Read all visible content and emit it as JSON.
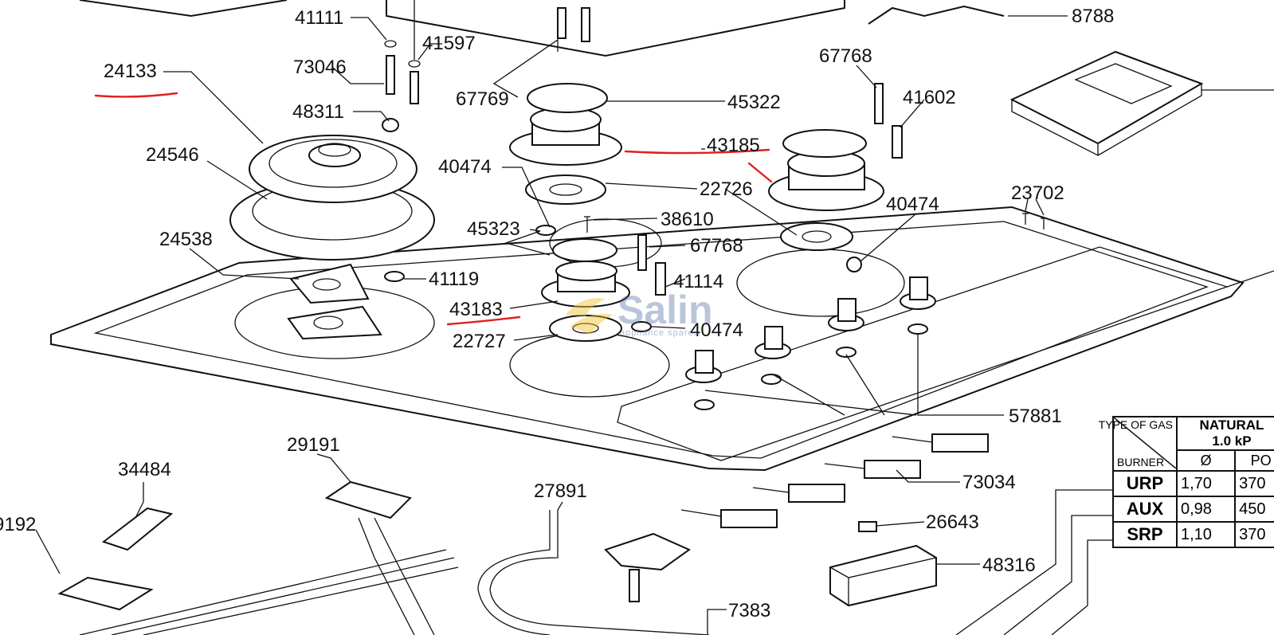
{
  "part_numbers": {
    "p41111": "41111",
    "p41597": "41597",
    "p8788": "8788",
    "p73046": "73046",
    "p24133": "24133",
    "p67768a": "67768",
    "p41602": "41602",
    "p45322": "45322",
    "p67769": "67769",
    "p48311": "48311",
    "p43185": "43185",
    "p24546": "24546",
    "p40474a": "40474",
    "p22726": "22726",
    "p23702": "23702",
    "p38610": "38610",
    "p40474b": "40474",
    "p45323": "45323",
    "p24538": "24538",
    "p67768b": "67768",
    "p41119": "41119",
    "p41114": "41114",
    "p43183": "43183",
    "p40474c": "40474",
    "p22727": "22727",
    "p57881": "57881",
    "p29191": "29191",
    "p34484": "34484",
    "p27891": "27891",
    "p73034": "73034",
    "p9192": "9192",
    "p26643": "26643",
    "p48316": "48316",
    "p7383": "7383"
  },
  "watermark": {
    "name": "Salin",
    "tagline": "appliance spares"
  },
  "gas_table": {
    "corner_top": "TYPE OF GAS",
    "corner_bottom": "BURNER",
    "gas_header_line1": "NATURAL",
    "gas_header_line2": "1.0 kP",
    "col_diameter": "Ø",
    "col_power": "PO",
    "rows": [
      {
        "burner": "URP",
        "diameter": "1,70",
        "power": "370"
      },
      {
        "burner": "AUX",
        "diameter": "0,98",
        "power": "450"
      },
      {
        "burner": "SRP",
        "diameter": "1,10",
        "power": "370"
      }
    ]
  },
  "colors": {
    "annotation": "#e02020",
    "line": "#111111"
  }
}
